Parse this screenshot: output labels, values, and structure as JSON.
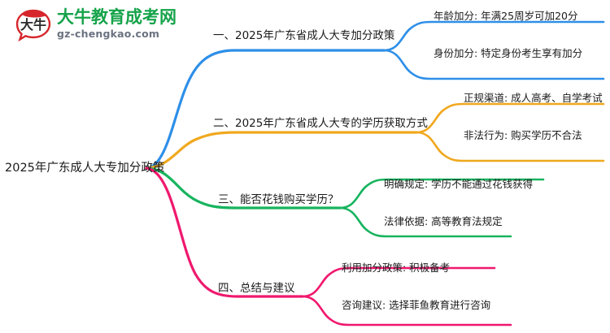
{
  "logo": {
    "mark_text": "大牛",
    "brand_cn": "大牛教育成考网",
    "brand_url": "gz-chengkao.com",
    "brand_color": "#16a34a",
    "mark_color": "#d6262c"
  },
  "mindmap": {
    "root": {
      "label": "2025年广东成人大专加分政策"
    },
    "colors": {
      "branch1": "#2e8fe8",
      "branch2": "#f0a81e",
      "branch3": "#17b45e",
      "branch4": "#f0186e"
    },
    "branches": [
      {
        "index": 1,
        "label": "一、2025年广东省成人大专加分政策",
        "color": "#2e8fe8",
        "children": [
          {
            "label": "年龄加分: 年满25周岁可加20分"
          },
          {
            "label": "身份加分: 特定身份考生享有加分"
          }
        ]
      },
      {
        "index": 2,
        "label": "二、2025年广东省成人大专的学历获取方式",
        "color": "#f0a81e",
        "children": [
          {
            "label": "正规渠道: 成人高考、自学考试"
          },
          {
            "label": "非法行为: 购买学历不合法"
          }
        ]
      },
      {
        "index": 3,
        "label": "三、能否花钱购买学历？",
        "color": "#17b45e",
        "children": [
          {
            "label": "明确规定: 学历不能通过花钱获得"
          },
          {
            "label": "法律依据: 高等教育法规定"
          }
        ]
      },
      {
        "index": 4,
        "label": "四、总结与建议",
        "color": "#f0186e",
        "children": [
          {
            "label": "利用加分政策: 积极备考"
          },
          {
            "label": "咨询建议: 选择菲鱼教育进行咨询"
          }
        ]
      }
    ]
  }
}
